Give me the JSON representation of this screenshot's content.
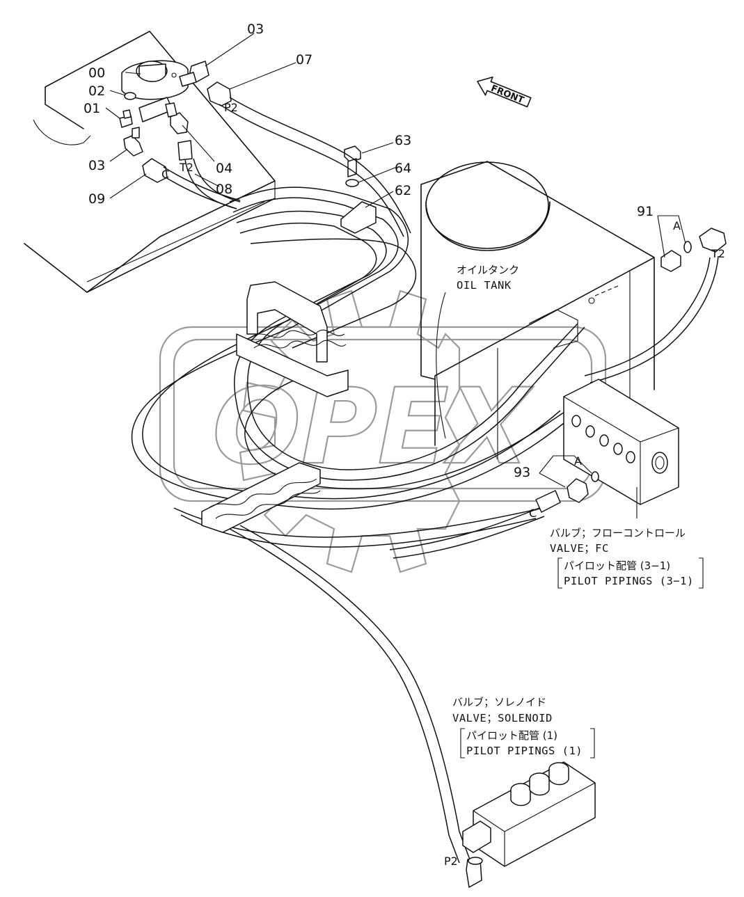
{
  "watermark": "OPEX",
  "direction": {
    "front": "FRONT"
  },
  "parts": {
    "p00": "00",
    "p01": "01",
    "p02": "02",
    "p03a": "03",
    "p03b": "03",
    "p04": "04",
    "p07": "07",
    "p08": "08",
    "p09": "09",
    "p62": "62",
    "p63": "63",
    "p64": "64",
    "p91": "91",
    "p93": "93"
  },
  "port_markers": {
    "p2_top": "P2",
    "t2_left": "T2",
    "c_left": "C",
    "a_right": "A",
    "t2_right": "T2",
    "a_mid": "A",
    "c_mid": "C",
    "p2_bottom": "P2"
  },
  "oil_tank": {
    "jp": "オイルタンク",
    "en": "OIL TANK"
  },
  "fc_valve": {
    "jp": "バルブ；フローコントロール",
    "en": "VALVE；FC",
    "ref_jp": "パイロット配管 (3−1)",
    "ref_en": "PILOT  PIPINGS (3−1)"
  },
  "solenoid_valve": {
    "jp": "バルブ；ソレノイド",
    "en": "VALVE；SOLENOID",
    "ref_jp": "パイロット配管 (1)",
    "ref_en": "PILOT  PIPINGS (1)"
  }
}
